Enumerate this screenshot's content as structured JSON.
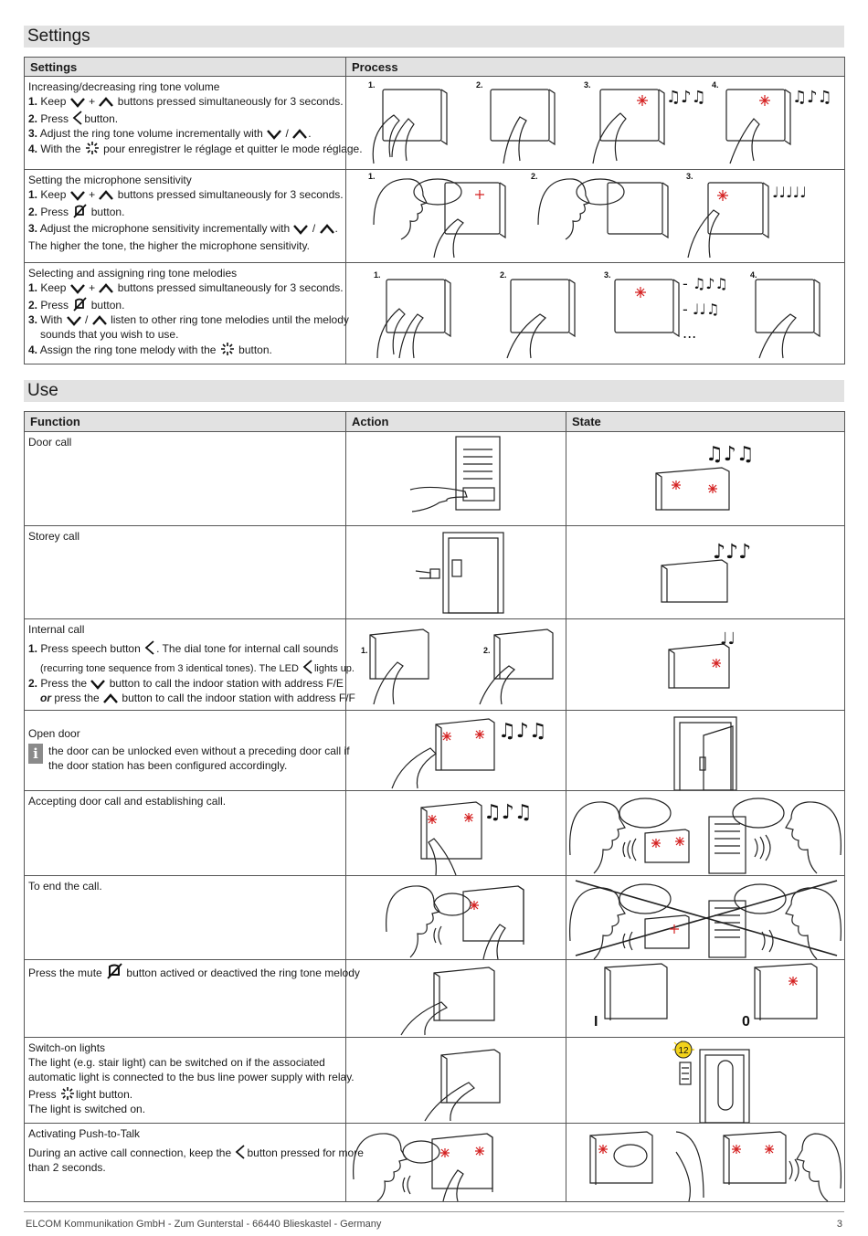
{
  "settings": {
    "heading": "Settings",
    "col_settings": "Settings",
    "col_process": "Process",
    "rows": [
      {
        "title": "Increasing/decreasing ring tone volume",
        "s1n": "1.",
        "s1a": "Keep",
        "s1b": "+",
        "s1c": "buttons pressed simultaneously for 3 seconds.",
        "s2n": "2.",
        "s2a": "Press",
        "s2b": "button.",
        "s3n": "3.",
        "s3a": "Adjust the ring tone volume incrementally with",
        "s3b": "/",
        "s3c": ".",
        "s4n": "4.",
        "s4a": "With the",
        "s4b": "pour enregistrer le réglage et quitter le mode réglage.",
        "steps": [
          "1.",
          "2.",
          "3.",
          "4."
        ]
      },
      {
        "title": "Setting the microphone sensitivity",
        "s1n": "1.",
        "s1a": "Keep",
        "s1b": "+",
        "s1c": "buttons pressed simultaneously for 3 seconds.",
        "s2n": "2.",
        "s2a": "Press",
        "s2b": "button.",
        "s3n": "3.",
        "s3a": "Adjust the microphone sensitivity incrementally with",
        "s3b": "/",
        "s3c": ".",
        "note": "The higher the tone, the higher the microphone sensitivity.",
        "steps": [
          "1.",
          "2.",
          "3."
        ]
      },
      {
        "title": "Selecting and assigning ring tone melodies",
        "s1n": "1.",
        "s1a": "Keep",
        "s1b": "+",
        "s1c": "buttons pressed simultaneously for 3 seconds.",
        "s2n": "2.",
        "s2a": "Press",
        "s2b": "button.",
        "s3n": "3.",
        "s3a": "With",
        "s3b": "/",
        "s3c": "listen to other ring tone melodies until the melody",
        "s3d": "sounds that you wish to use.",
        "s4n": "4.",
        "s4a": "Assign the ring tone melody with the",
        "s4b": "button.",
        "steps": [
          "1.",
          "2.",
          "3.",
          "4."
        ],
        "dots": "..."
      }
    ]
  },
  "use": {
    "heading": "Use",
    "col_function": "Function",
    "col_action": "Action",
    "col_state": "State",
    "door_call": "Door call",
    "storey_call": "Storey call",
    "internal_call": {
      "title": "Internal call",
      "l1n": "1.",
      "l1a": "Press speech button",
      "l1b": ". The dial tone for internal call sounds",
      "l2a": "(recurring tone sequence from 3 identical tones). The LED",
      "l2b": "lights up.",
      "l3n": "2.",
      "l3a": "Press the",
      "l3b": "button to call the indoor station with address F/E",
      "l4or": "or",
      "l4a": "press the",
      "l4b": "button to call the indoor station with address F/F",
      "steps": [
        "1.",
        "2."
      ]
    },
    "open_door": {
      "title": "Open door",
      "info_glyph": "i",
      "l1": "the door can be unlocked even without a preceding door call if",
      "l2": "the door station has been configured accordingly."
    },
    "accepting": "Accepting door call and establishing call.",
    "end_call": "To end the call.",
    "mute": {
      "a": "Press the mute",
      "b": "button actived or deactived the ring tone melody",
      "state_off": "I",
      "state_on": "0"
    },
    "lights": {
      "title": "Switch-on lights",
      "l1": "The light (e.g. stair light) can be switched on if the associated",
      "l2": "automatic light is connected to the bus line power supply with relay.",
      "l3a": "Press",
      "l3b": "light button.",
      "l4": "The light is switched on.",
      "badge": "12"
    },
    "ptt": {
      "title": "Activating Push-to-Talk",
      "l1a": "During an active call connection, keep the",
      "l1b": "button pressed for more",
      "l2": "than 2 seconds."
    }
  },
  "footer": {
    "company": "ELCOM Kommunikation GmbH - Zum Gunterstal - 66440 Blieskastel - Germany",
    "page": "3"
  },
  "colors": {
    "accent_red": "#d42020",
    "header_grey": "#e2e2e2",
    "badge_yellow": "#f2d21a"
  },
  "icons": [
    "chevron-down-icon",
    "chevron-up-icon",
    "speaker-icon",
    "mute-icon",
    "light-icon"
  ]
}
